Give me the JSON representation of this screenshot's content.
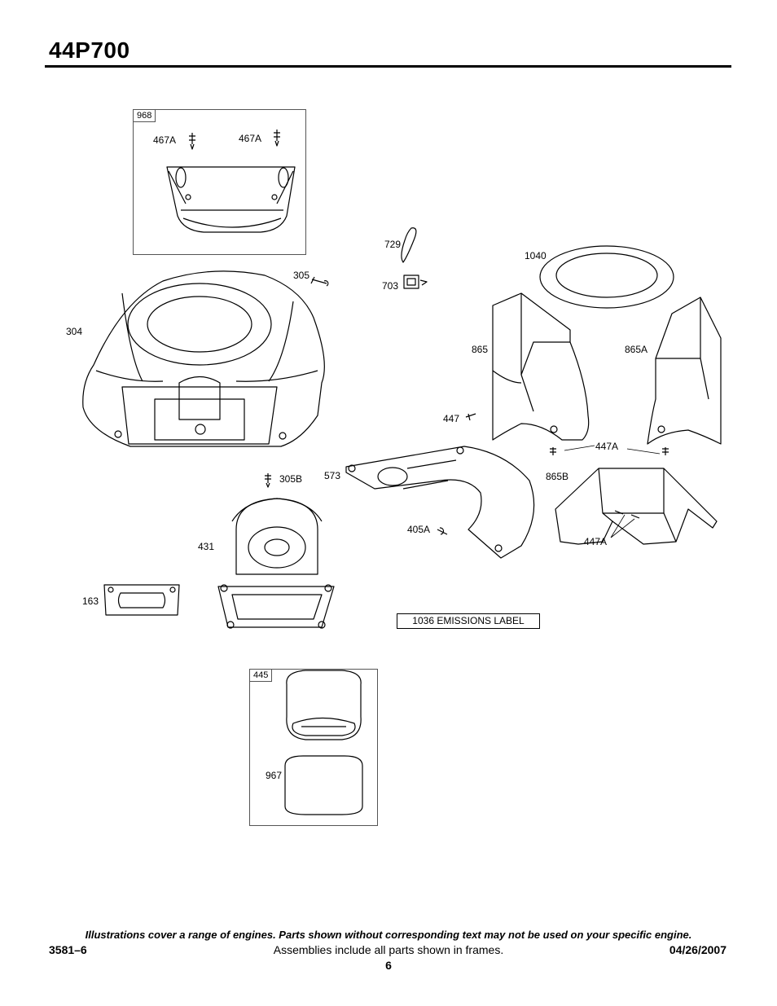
{
  "header": {
    "title": "44P700"
  },
  "frames": {
    "frame_968": {
      "tag": "968"
    },
    "frame_445": {
      "tag": "445"
    }
  },
  "callouts": {
    "c467a_1": "467A",
    "c467a_2": "467A",
    "c729": "729",
    "c1040": "1040",
    "c305": "305",
    "c703": "703",
    "c304": "304",
    "c865": "865",
    "c865a": "865A",
    "c447": "447",
    "c447a_top": "447A",
    "c305b": "305B",
    "c573": "573",
    "c865b": "865B",
    "c405a": "405A",
    "c431": "431",
    "c447a_bot": "447A",
    "c163": "163",
    "c967": "967"
  },
  "emissions_label": "1036 EMISSIONS LABEL",
  "footer": {
    "disclaimer": "Illustrations cover a range of engines. Parts shown without corresponding text may not be used on your specific engine.",
    "doc_number": "3581–6",
    "assemblies_note": "Assemblies include all parts shown in frames.",
    "date": "04/26/2007",
    "page_number": "6"
  }
}
